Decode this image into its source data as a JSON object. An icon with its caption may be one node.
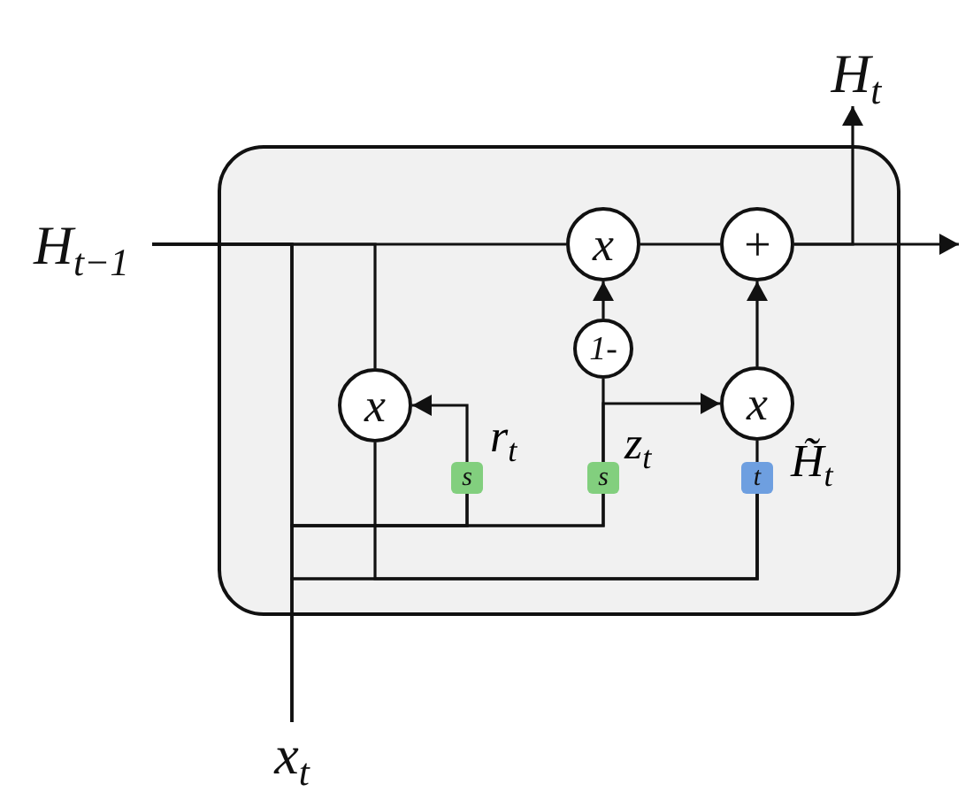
{
  "diagram": {
    "nodes": [
      {
        "text": [],
        "shape": "box"
      },
      {
        "text": [
          "H$_{t−1}$"
        ]
      },
      {
        "text": [
          "x$_{t}$"
        ]
      },
      {
        "text": [
          "H$_{t}$"
        ]
      },
      {
        "text": [
          "x"
        ],
        "in": 0
      },
      {
        "text": [
          "+"
        ],
        "in": 0
      },
      {
        "text": [
          "1-"
        ],
        "in": 0
      },
      {
        "text": [
          "x"
        ],
        "in": 0
      },
      {
        "text": [
          "x"
        ],
        "in": 0
      },
      {
        "text": [
          "s"
        ],
        "in": 0
      },
      {
        "text": [
          "s"
        ],
        "in": 0
      },
      {
        "text": [
          "t"
        ],
        "in": 0
      }
    ],
    "edges": [
      {
        "from": 1,
        "to": 4,
        "arrow": "none"
      },
      {
        "from": 4,
        "to": 5,
        "arrow": "none"
      },
      {
        "from": 5,
        "to": 3,
        "arrow": "to"
      },
      {
        "from": 5,
        "to": null,
        "arrow": "to"
      },
      {
        "from": 6,
        "to": 4,
        "arrow": "to"
      },
      {
        "from": 8,
        "to": 5,
        "arrow": "to"
      },
      {
        "from": 10,
        "to": 6,
        "arrow": "none",
        "label": "z$_{t}$"
      },
      {
        "from": 10,
        "to": 8,
        "arrow": "to"
      },
      {
        "from": 9,
        "to": 7,
        "arrow": "to",
        "label": "r$_{t}$"
      },
      {
        "from": 11,
        "to": 8,
        "arrow": "none",
        "label": "H̃$_{t}$"
      },
      {
        "from": 7,
        "to": 11,
        "arrow": "none"
      },
      {
        "from": 1,
        "to": 7,
        "arrow": "none"
      },
      {
        "from": 1,
        "to": 9,
        "arrow": "none"
      },
      {
        "from": 1,
        "to": 10,
        "arrow": "none"
      },
      {
        "from": 1,
        "to": 11,
        "arrow": "none"
      },
      {
        "from": 2,
        "to": 9,
        "arrow": "none"
      },
      {
        "from": 2,
        "to": 10,
        "arrow": "none"
      },
      {
        "from": 2,
        "to": 11,
        "arrow": "none"
      }
    ]
  }
}
